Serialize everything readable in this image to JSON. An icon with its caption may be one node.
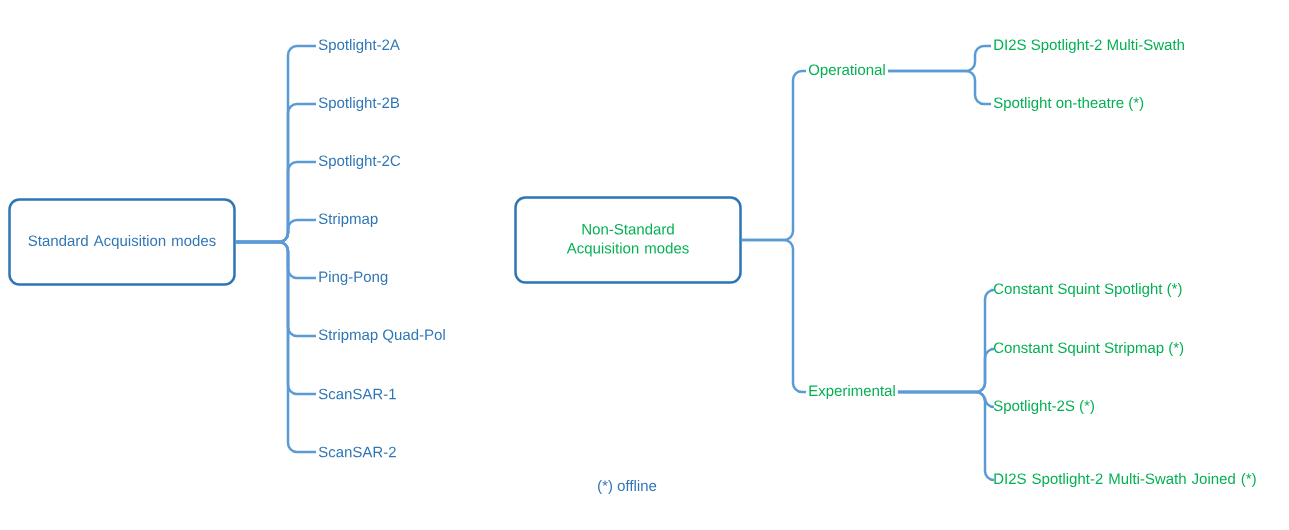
{
  "diagram": {
    "nodes": [
      {
        "text": [
          "Standard Acquisition modes"
        ]
      },
      {
        "text": [
          "Spotlight-2A"
        ]
      },
      {
        "text": [
          "Spotlight-2B"
        ]
      },
      {
        "text": [
          "Spotlight-2C"
        ]
      },
      {
        "text": [
          "Stripmap"
        ]
      },
      {
        "text": [
          "Ping-Pong"
        ]
      },
      {
        "text": [
          "Stripmap Quad-Pol"
        ]
      },
      {
        "text": [
          "ScanSAR-1"
        ]
      },
      {
        "text": [
          "ScanSAR-2"
        ]
      },
      {
        "text": [
          "Non-Standard Acquisition modes"
        ]
      },
      {
        "text": [
          "Operational"
        ]
      },
      {
        "text": [
          "Experimental"
        ]
      },
      {
        "text": [
          "DI2S Spotlight-2 Multi-Swath"
        ]
      },
      {
        "text": [
          "Spotlight on-theatre (*)"
        ]
      },
      {
        "text": [
          "Constant Squint Spotlight (*)"
        ]
      },
      {
        "text": [
          "Constant Squint Stripmap (*)"
        ]
      },
      {
        "text": [
          "Spotlight-2S (*)"
        ]
      },
      {
        "text": [
          "DI2S Spotlight-2 Multi-Swath Joined (*)"
        ]
      }
    ],
    "edges": [
      {
        "from": 0,
        "to": 1,
        "arrow": "none"
      },
      {
        "from": 0,
        "to": 2,
        "arrow": "none"
      },
      {
        "from": 0,
        "to": 3,
        "arrow": "none"
      },
      {
        "from": 0,
        "to": 4,
        "arrow": "none"
      },
      {
        "from": 0,
        "to": 5,
        "arrow": "none"
      },
      {
        "from": 0,
        "to": 6,
        "arrow": "none"
      },
      {
        "from": 0,
        "to": 7,
        "arrow": "none"
      },
      {
        "from": 0,
        "to": 8,
        "arrow": "none"
      },
      {
        "from": 9,
        "to": 10,
        "arrow": "none"
      },
      {
        "from": 9,
        "to": 11,
        "arrow": "none"
      },
      {
        "from": 10,
        "to": 12,
        "arrow": "none"
      },
      {
        "from": 10,
        "to": 13,
        "arrow": "none"
      },
      {
        "from": 11,
        "to": 14,
        "arrow": "none"
      },
      {
        "from": 11,
        "to": 15,
        "arrow": "none"
      },
      {
        "from": 11,
        "to": 16,
        "arrow": "none"
      },
      {
        "from": 11,
        "to": 17,
        "arrow": "none"
      }
    ],
    "labels": [
      "(*) offline"
    ]
  }
}
